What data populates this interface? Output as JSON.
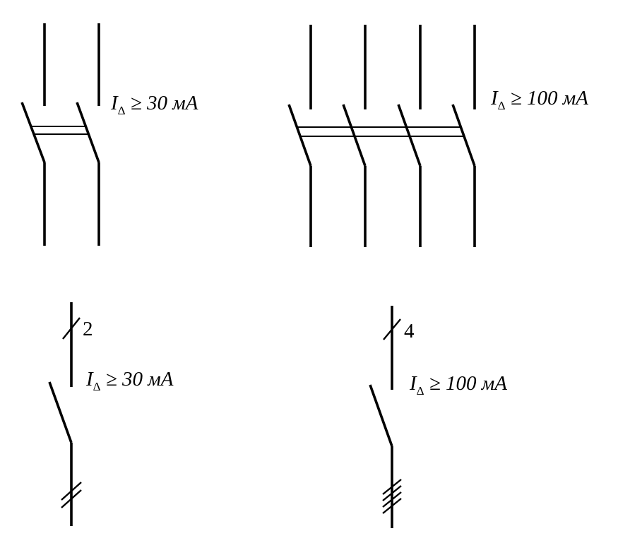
{
  "diagrams": {
    "rcd_2pole": {
      "label": {
        "symbol": "I",
        "subscript": "Δ",
        "relation": " ≥ 30 мА"
      }
    },
    "rcd_4pole": {
      "label": {
        "symbol": "I",
        "subscript": "Δ",
        "relation": " ≥ 100 мА"
      }
    },
    "rcd_2pole_single_line": {
      "pole_count": "2",
      "label": {
        "symbol": "I",
        "subscript": "Δ",
        "relation": " ≥ 30 мА"
      }
    },
    "rcd_4pole_single_line": {
      "pole_count": "4",
      "label": {
        "symbol": "I",
        "subscript": "Δ",
        "relation": " ≥ 100 мА"
      }
    }
  }
}
